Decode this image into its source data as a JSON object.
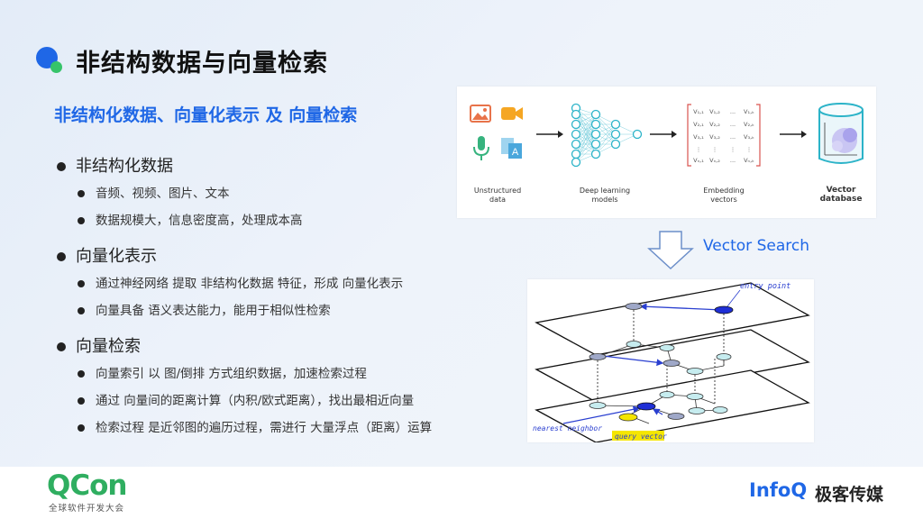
{
  "slide": {
    "title": "非结构数据与向量检索",
    "subtitle": "非结构化数据、向量化表示 及 向量检索",
    "sections": [
      {
        "heading": "非结构化数据",
        "items": [
          "音频、视频、图片、文本",
          "数据规模大，信息密度高，处理成本高"
        ]
      },
      {
        "heading": "向量化表示",
        "items": [
          "通过神经网络 提取 非结构化数据 特征，形成 向量化表示",
          "向量具备 语义表达能力，能用于相似性检索"
        ]
      },
      {
        "heading": "向量检索",
        "items": [
          "向量索引 以 图/倒排 方式组织数据，加速检索过程",
          "通过 向量间的距离计算（内积/欧式距离），找出最相近向量",
          "检索过程 是近邻图的遍历过程，需进行 大量浮点（距离）运算"
        ]
      }
    ]
  },
  "pipeline": {
    "labels": [
      {
        "line1": "Unstructured",
        "line2": "data"
      },
      {
        "line1": "Deep learning",
        "line2": "models"
      },
      {
        "line1": "Embedding",
        "line2": "vectors"
      },
      {
        "line1": "Vector",
        "line2": "database"
      }
    ],
    "matrix_cells": [
      "V₁,₁",
      "V₁,₂",
      "...",
      "V₁,ₖ",
      "V₂,₁",
      "V₂,₂",
      "...",
      "V₂,ₖ",
      "V₃,₁",
      "V₃,₂",
      "...",
      "V₃,ₖ",
      "⋮",
      "⋮",
      "⋮",
      "⋮",
      "Vₙ,₁",
      "Vₙ,₂",
      "...",
      "Vₙ,ₖ"
    ],
    "doc_letter": "A"
  },
  "vector_search_label": "Vector Search",
  "hnsw": {
    "entry_point": "entry point",
    "nearest_neighbor": "nearest neighbor",
    "query_vector": "query vector"
  },
  "footer": {
    "brand": "QCon",
    "brand_sub": "全球软件开发大会",
    "infoq": "InfoQ",
    "jike": "极客传媒"
  },
  "colors": {
    "accent": "#1f67e6",
    "green": "#2fae60",
    "teal": "#2bb3c8"
  }
}
